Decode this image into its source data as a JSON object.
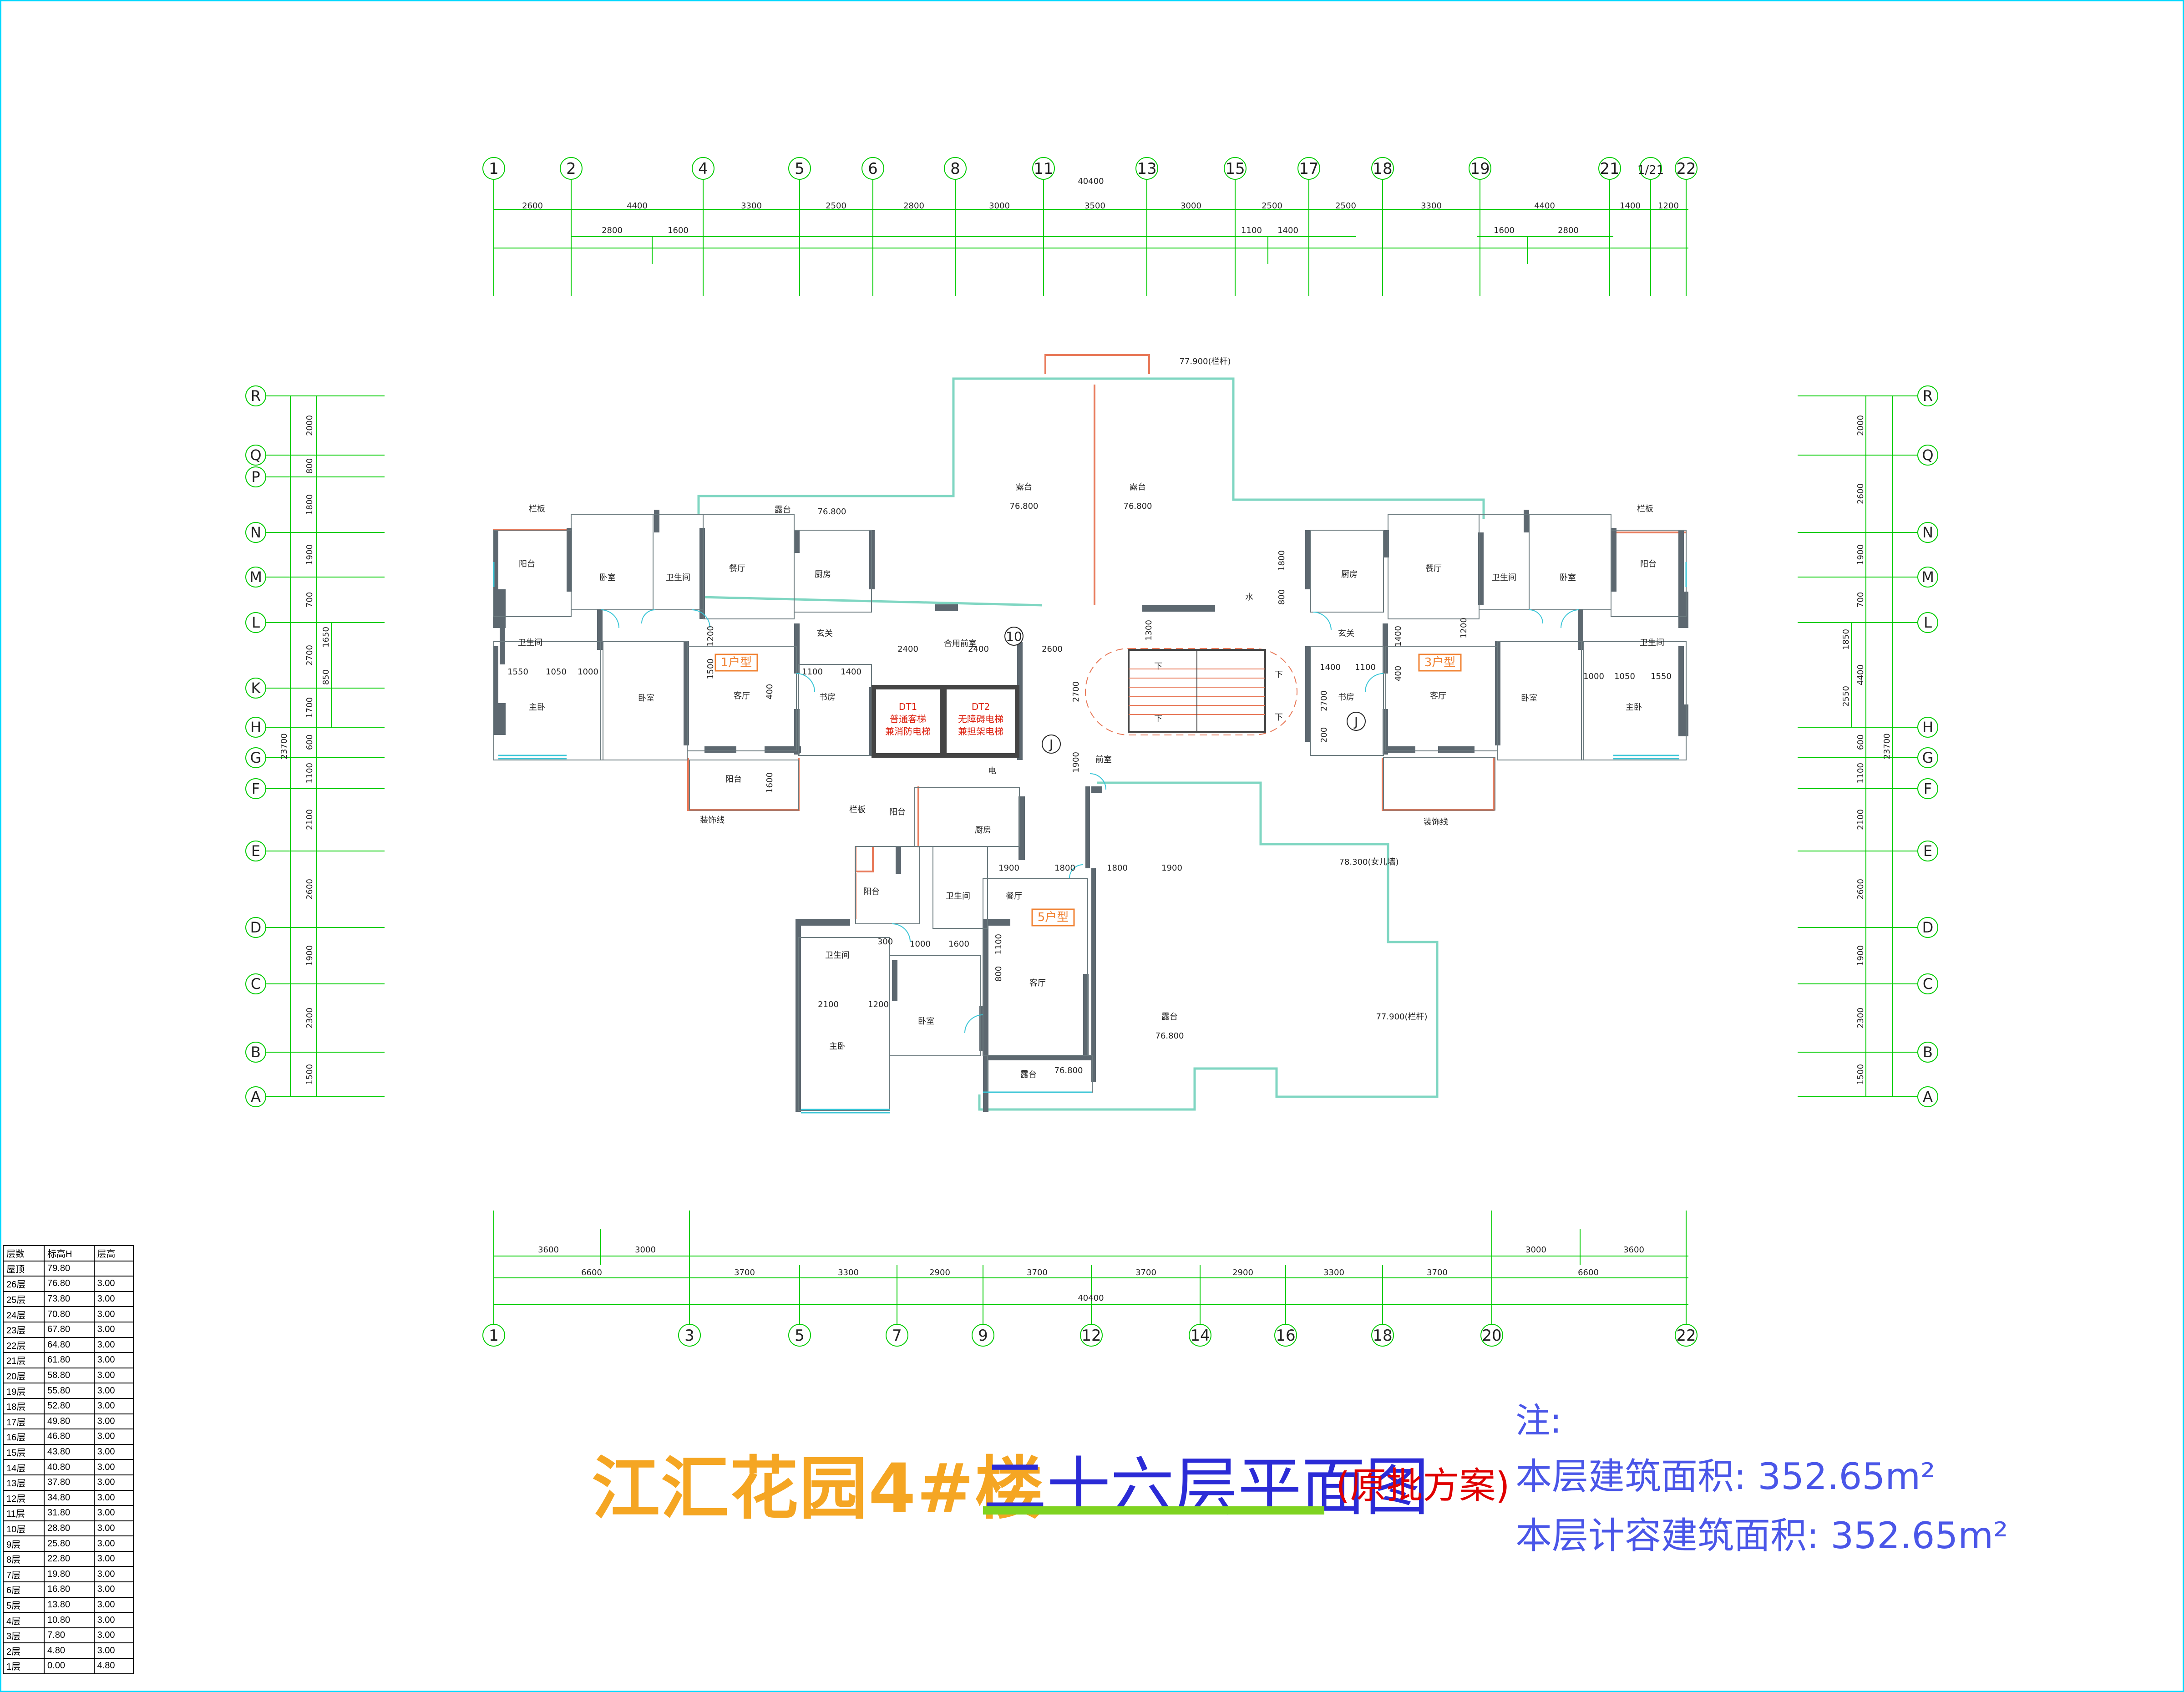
{
  "title": {
    "main": "江汇花园4#楼",
    "sub": "二十六层平面图",
    "note": "(原批方案)"
  },
  "areas": {
    "label": "注:",
    "floor_area": "本层建筑面积: 352.65m²",
    "counted_area": "本层计容建筑面积: 352.65m²"
  },
  "floor_table": {
    "headers": [
      "层数",
      "标高H",
      "层高"
    ],
    "rows": [
      [
        "屋顶",
        "79.80",
        ""
      ],
      [
        "26层",
        "76.80",
        "3.00"
      ],
      [
        "25层",
        "73.80",
        "3.00"
      ],
      [
        "24层",
        "70.80",
        "3.00"
      ],
      [
        "23层",
        "67.80",
        "3.00"
      ],
      [
        "22层",
        "64.80",
        "3.00"
      ],
      [
        "21层",
        "61.80",
        "3.00"
      ],
      [
        "20层",
        "58.80",
        "3.00"
      ],
      [
        "19层",
        "55.80",
        "3.00"
      ],
      [
        "18层",
        "52.80",
        "3.00"
      ],
      [
        "17层",
        "49.80",
        "3.00"
      ],
      [
        "16层",
        "46.80",
        "3.00"
      ],
      [
        "15层",
        "43.80",
        "3.00"
      ],
      [
        "14层",
        "40.80",
        "3.00"
      ],
      [
        "13层",
        "37.80",
        "3.00"
      ],
      [
        "12层",
        "34.80",
        "3.00"
      ],
      [
        "11层",
        "31.80",
        "3.00"
      ],
      [
        "10层",
        "28.80",
        "3.00"
      ],
      [
        "9层",
        "25.80",
        "3.00"
      ],
      [
        "8层",
        "22.80",
        "3.00"
      ],
      [
        "7层",
        "19.80",
        "3.00"
      ],
      [
        "6层",
        "16.80",
        "3.00"
      ],
      [
        "5层",
        "13.80",
        "3.00"
      ],
      [
        "4层",
        "10.80",
        "3.00"
      ],
      [
        "3层",
        "7.80",
        "3.00"
      ],
      [
        "2层",
        "4.80",
        "3.00"
      ],
      [
        "1层",
        "0.00",
        "4.80"
      ]
    ]
  },
  "axes": {
    "top": [
      "1",
      "2",
      "4",
      "5",
      "6",
      "8",
      "11",
      "13",
      "15",
      "17",
      "18",
      "19",
      "21",
      "1/21",
      "22"
    ],
    "bottom": [
      "1",
      "3",
      "5",
      "7",
      "9",
      "12",
      "14",
      "16",
      "18",
      "20",
      "22"
    ],
    "left": [
      "R",
      "Q",
      "P",
      "N",
      "M",
      "L",
      "K",
      "H",
      "G",
      "F",
      "E",
      "D",
      "C",
      "B",
      "A"
    ],
    "right": [
      "R",
      "Q",
      "N",
      "M",
      "L",
      "H",
      "G",
      "F",
      "E",
      "D",
      "C",
      "B",
      "A"
    ]
  },
  "dims": {
    "top_total": "40400",
    "top_row1": [
      "2600",
      "4400",
      "3300",
      "2500",
      "2800",
      "3000",
      "3500",
      "3000",
      "2500",
      "2500",
      "3300",
      "4400",
      "1400",
      "1200"
    ],
    "top_row2": [
      "2800",
      "1600",
      "1100",
      "1400",
      "1600",
      "2800"
    ],
    "bottom_total": "40400",
    "bottom_row1": [
      "6600",
      "3700",
      "3300",
      "2900",
      "3700",
      "3700",
      "2900",
      "3300",
      "3700",
      "6600"
    ],
    "bottom_row2": [
      "3600",
      "3000",
      "3000",
      "3600"
    ],
    "left_total": "23700",
    "left_row1": [
      "2000",
      "800",
      "1800",
      "1900",
      "700",
      "2700",
      "1700",
      "600",
      "1100",
      "2100",
      "2600",
      "1900",
      "2300",
      "1500"
    ],
    "left_row2": [
      "1650",
      "850"
    ],
    "right_total": "23700",
    "right_row1": [
      "2000",
      "2600",
      "1900",
      "700",
      "4400",
      "600",
      "1100",
      "2100",
      "2600",
      "1900",
      "2300",
      "1500"
    ],
    "right_row2": [
      "1850",
      "2550"
    ]
  },
  "elevations": {
    "top_terrace": "77.900(栏杆)",
    "terrace_left": "76.800",
    "terrace_right": "76.800",
    "terrace_small": "76.800",
    "roof_side": "78.300(女儿墙)",
    "lower_terrace": "76.800",
    "lower_rail": "77.900(栏杆)",
    "lower_terrace_small": "76.800"
  },
  "rooms": {
    "balcony": "阳台",
    "bedroom": "卧室",
    "master_bedroom": "主卧",
    "bathroom": "卫生间",
    "dining": "餐厅",
    "kitchen": "厨房",
    "living": "客厅",
    "study": "书房",
    "entry": "玄关",
    "terrace": "露台",
    "front_room": "前室",
    "shared_front_room": "合用前室",
    "water": "水",
    "elec": "电",
    "railing": "栏板",
    "deco_line": "装饰线",
    "down": "下"
  },
  "units": {
    "unit1": "1户型",
    "unit3": "3户型",
    "unit5": "5户型"
  },
  "elevators": {
    "dt1_id": "DT1",
    "dt1_line1": "普通客梯",
    "dt1_line2": "兼消防电梯",
    "dt2_id": "DT2",
    "dt2_line1": "无障碍电梯",
    "dt2_line2": "兼担架电梯"
  },
  "inner_dims": {
    "unit1_row": [
      "1550",
      "1050",
      "1000"
    ],
    "unit1_study": [
      "1100",
      "1400"
    ],
    "unit1_vert": [
      "1200",
      "1500",
      "400",
      "1600"
    ],
    "core_row": [
      "2400",
      "2400",
      "2600"
    ],
    "core_vert": [
      "1300",
      "2700",
      "1900"
    ],
    "unit3_row": [
      "1400",
      "1100",
      "1000",
      "1050",
      "1550"
    ],
    "unit3_vert": [
      "1800",
      "800",
      "1400",
      "400",
      "1200",
      "2700",
      "200"
    ],
    "unit5_top": [
      "1900",
      "1800",
      "1800",
      "1900"
    ],
    "unit5_row": [
      "300",
      "1000",
      "1600"
    ],
    "unit5_low": [
      "2100",
      "1200"
    ],
    "unit5_vert": [
      "1100",
      "800"
    ],
    "axis_10": "10",
    "axis_j": "J"
  }
}
